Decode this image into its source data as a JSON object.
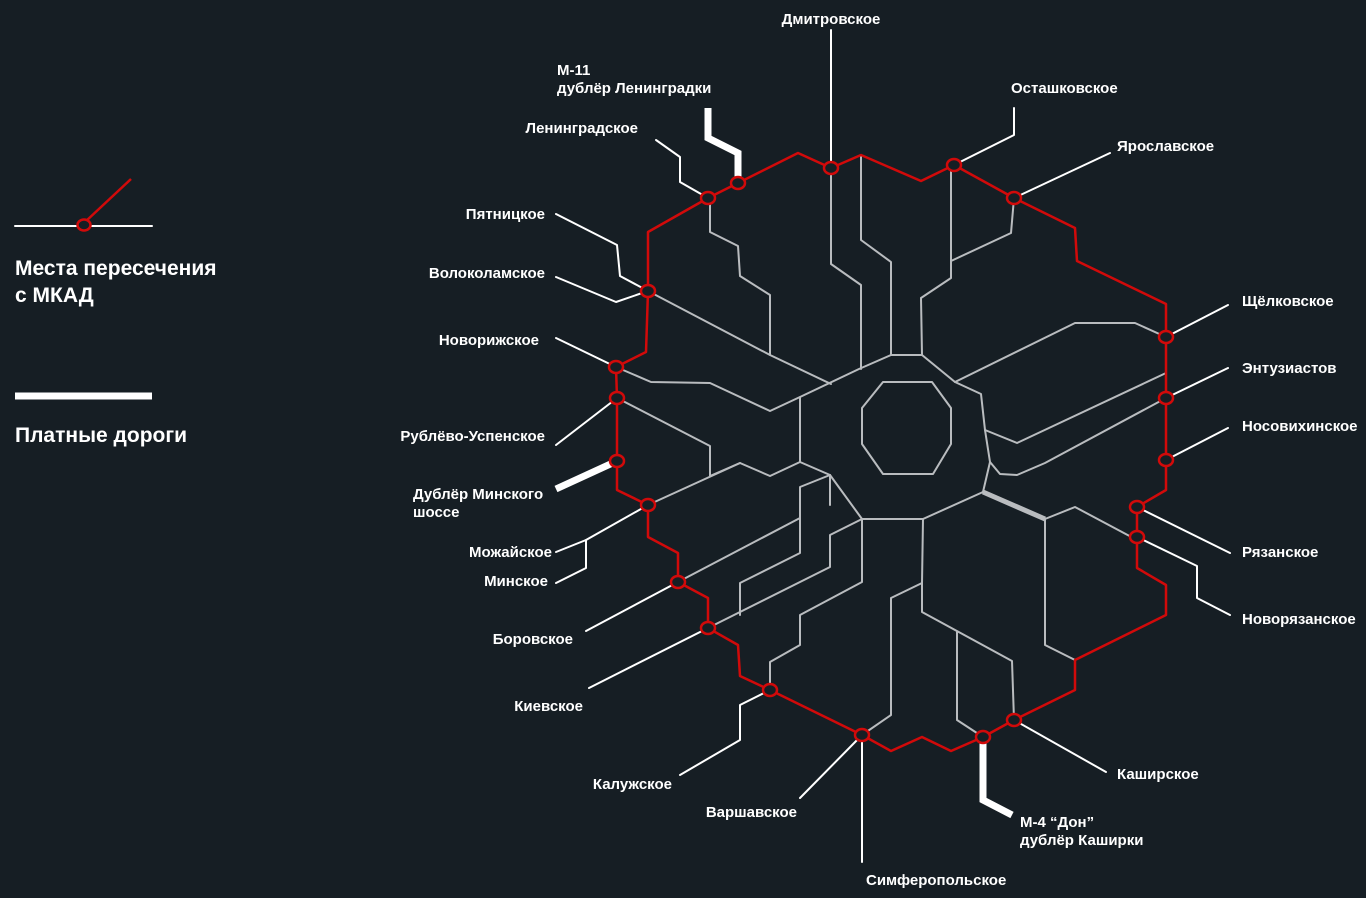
{
  "legend": {
    "intersections_line1": "Места пересечения",
    "intersections_line2": "с МКАД",
    "toll_roads": "Платные дороги"
  },
  "colors": {
    "background": "#161e24",
    "mkad_ring": "#d10a0a",
    "highways": "#ffffff",
    "inner_roads": "#b9bcbf"
  },
  "highways": {
    "dmitrovskoe": "Дмитровское",
    "m11_line1": "М-11",
    "m11_line2": "дублёр Ленинградки",
    "ostashkovskoe": "Осташковское",
    "yaroslavskoe": "Ярославское",
    "leningradskoe": "Ленинградское",
    "pyatnitskoe": "Пятницкое",
    "volokolamskoe": "Волоколамское",
    "novorizhskoe": "Новорижское",
    "rublevo_uspenskoe": "Рублёво-Успенское",
    "minsk_dubler_line1": "Дублёр Минского",
    "minsk_dubler_line2": "шоссе",
    "mozhayskoe": "Можайское",
    "minskoe": "Минское",
    "borovskoe": "Боровское",
    "kievskoe": "Киевское",
    "kaluzhskoe": "Калужское",
    "varshavskoe": "Варшавское",
    "simferopolskoe": "Симферопольское",
    "m4_line1": "М-4 “Дон”",
    "m4_line2": "дублёр Каширки",
    "kashirskoe": "Каширское",
    "novoryazanskoe": "Новорязанское",
    "ryazanskoe": "Рязанское",
    "nosovikhinskoe": "Носовихинское",
    "entuziastov": "Энтузиастов",
    "schelkovskoe": "Щёлковское"
  }
}
